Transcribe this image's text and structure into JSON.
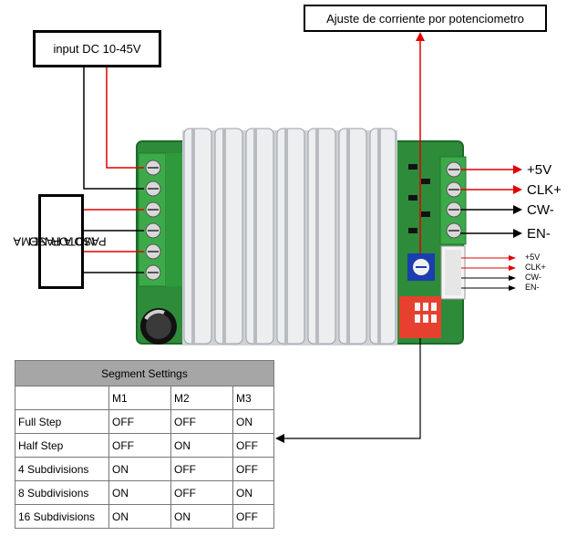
{
  "callouts": {
    "current_adjust": "Ajuste de corriente por potenciometro",
    "input": "input DC 10-45V",
    "motor_line1": "MOTOR NEMA",
    "motor_line2": "PASO A PASO"
  },
  "signals_large": [
    "+5V",
    "CLK+",
    "CW-",
    "EN-"
  ],
  "signals_small": [
    "+5V",
    "CLK+",
    "CW-",
    "EN-"
  ],
  "table": {
    "title": "Segment Settings",
    "columns": [
      "",
      "M1",
      "M2",
      "M3"
    ],
    "rows": [
      [
        "Full Step",
        "OFF",
        "OFF",
        "ON"
      ],
      [
        "Half Step",
        "OFF",
        "ON",
        "OFF"
      ],
      [
        "4 Subdivisions",
        "ON",
        "OFF",
        "OFF"
      ],
      [
        "8 Subdivisions",
        "ON",
        "OFF",
        "ON"
      ],
      [
        "16 Subdivisions",
        "ON",
        "ON",
        "OFF"
      ]
    ]
  },
  "colors": {
    "pcb": "#2e8b3a",
    "wire_red": "#e00000",
    "wire_black": "#000000",
    "dip": "#e8402e"
  }
}
